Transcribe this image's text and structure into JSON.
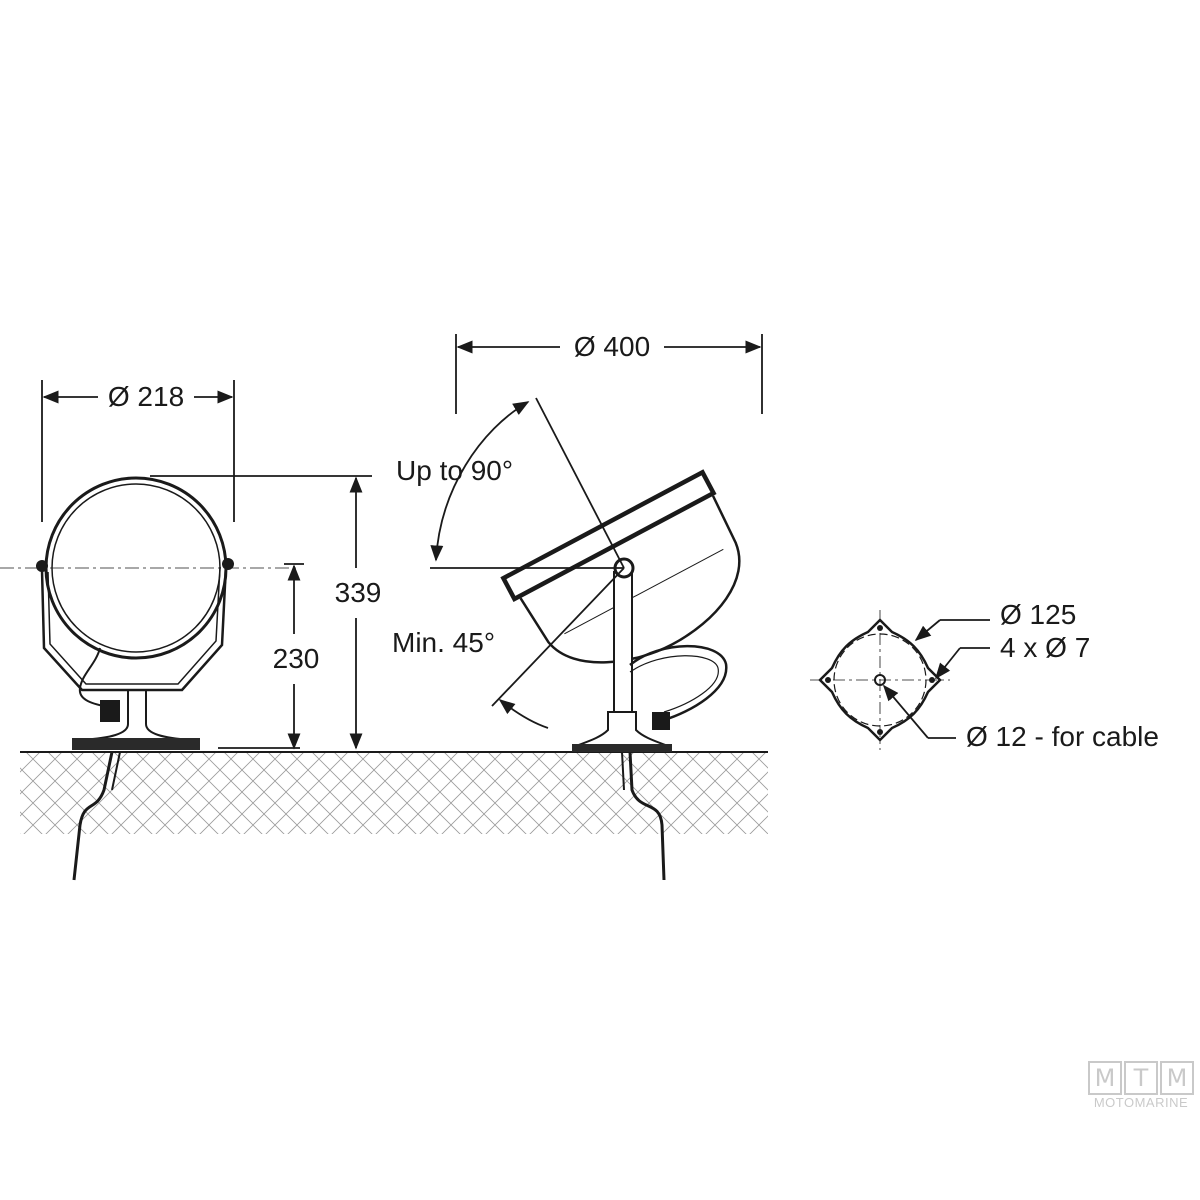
{
  "dimensions": {
    "width_front": "Ø 218",
    "width_side": "Ø 400",
    "height_total": "339",
    "height_pivot": "230",
    "tilt_up": "Up to 90°",
    "tilt_min": "Min. 45°"
  },
  "base_detail": {
    "bolt_circle": "Ø 125",
    "holes": "4 x Ø 7",
    "cable_hole": "Ø 12 - for cable"
  },
  "watermark": {
    "letters": [
      "M",
      "T",
      "M"
    ],
    "brand": "MOTOMARINE"
  },
  "colors": {
    "ink": "#1a1a1a",
    "watermark": "#8a8a8a"
  }
}
